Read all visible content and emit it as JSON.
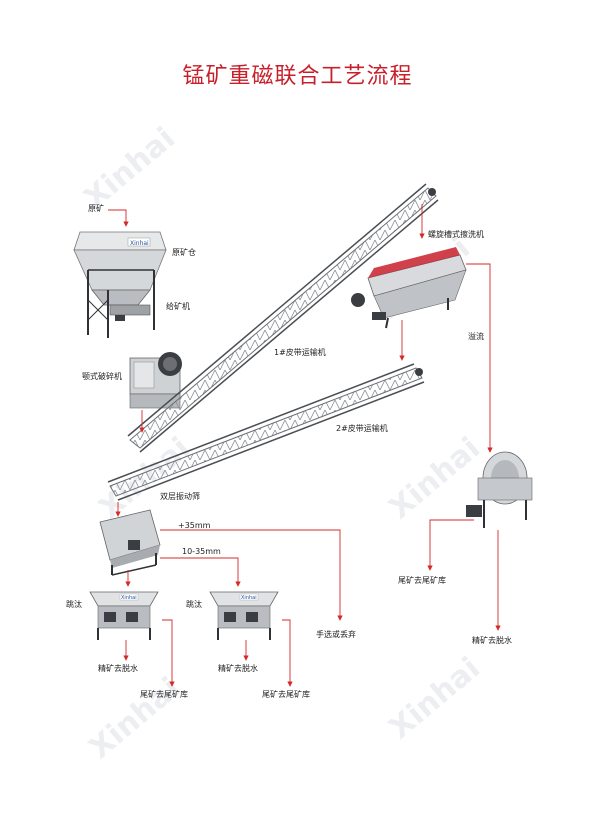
{
  "title": "锰矿重磁联合工艺流程",
  "labels": {
    "raw_ore": "原矿",
    "raw_ore_bin": "原矿仓",
    "feeder": "给矿机",
    "jaw_crusher": "颚式破碎机",
    "belt_conveyor_1": "1#皮带运输机",
    "belt_conveyor_2": "2#皮带运输机",
    "spiral_washer": "螺旋槽式擦洗机",
    "overflow": "溢流",
    "double_screen": "双层振动筛",
    "plus_35mm": "+35mm",
    "size_10_35mm": "10-35mm",
    "jig_1": "跳汰",
    "jig_2": "跳汰",
    "hand_sort": "手选或丢弃",
    "concentrate_dewater_1": "精矿去脱水",
    "concentrate_dewater_2": "精矿去脱水",
    "tailings_1": "尾矿去尾矿库",
    "tailings_2": "尾矿去尾矿库",
    "tailings_3": "尾矿去尾矿库",
    "concentrate_dewater_3": "精矿去脱水"
  },
  "brand": "Xinhai",
  "colors": {
    "title": "#c8202b",
    "arrow": "#d42a2a",
    "text": "#222222",
    "steel": "#6b6f74",
    "steel_light": "#c9ccd0",
    "dark": "#2e3236",
    "watermark": "#e9ebee"
  }
}
